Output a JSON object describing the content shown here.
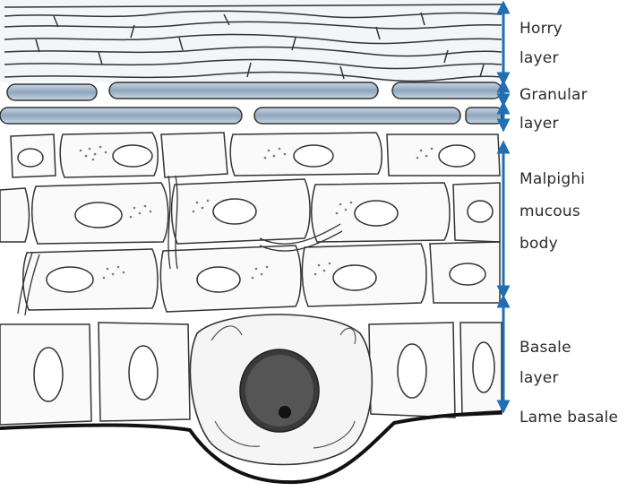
{
  "labels": {
    "horny_1": "Horry",
    "horny_2": "layer",
    "granular_1": "Granular",
    "granular_2": "layer",
    "malpighi_1": "Malpighi",
    "malpighi_2": "mucous",
    "malpighi_3": "body",
    "basale_1": "Basale",
    "basale_2": "layer",
    "lame": "Lame basale"
  },
  "colors": {
    "arrow": "#1f6fb2",
    "line": "#333333",
    "granular_fill": "#9fb3c8",
    "horny_fill": "#eef2f6",
    "cell_fill": "#fafafa",
    "granules": "#7a7a7a",
    "nucleus": "#2a2a2a"
  }
}
